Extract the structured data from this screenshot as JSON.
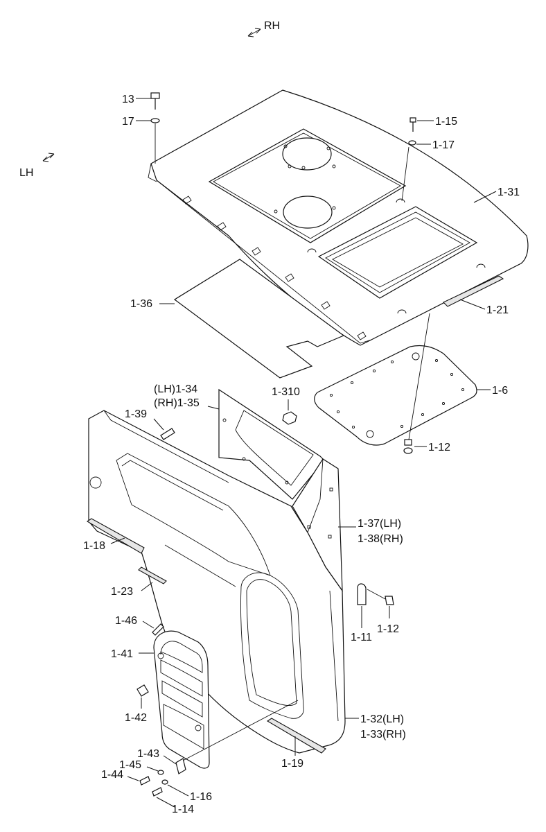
{
  "directions": {
    "rh": "RH",
    "lh": "LH"
  },
  "labels": {
    "p13": "13",
    "p17": "17",
    "p1_15": "1-15",
    "p1_17": "1-17",
    "p1_31": "1-31",
    "p1_21": "1-21",
    "p1_36": "1-36",
    "p1_6": "1-6",
    "p1_34": "(LH)1-34",
    "p1_35": "(RH)1-35",
    "p1_310": "1-310",
    "p1_39": "1-39",
    "p1_12a": "1-12",
    "p1_37": "1-37(LH)",
    "p1_38": "1-38(RH)",
    "p1_18": "1-18",
    "p1_23": "1-23",
    "p1_11": "1-11",
    "p1_12b": "1-12",
    "p1_46": "1-46",
    "p1_41": "1-41",
    "p1_42": "1-42",
    "p1_32": "1-32(LH)",
    "p1_33": "1-33(RH)",
    "p1_43": "1-43",
    "p1_45": "1-45",
    "p1_44": "1-44",
    "p1_19": "1-19",
    "p1_16": "1-16",
    "p1_14": "1-14"
  }
}
